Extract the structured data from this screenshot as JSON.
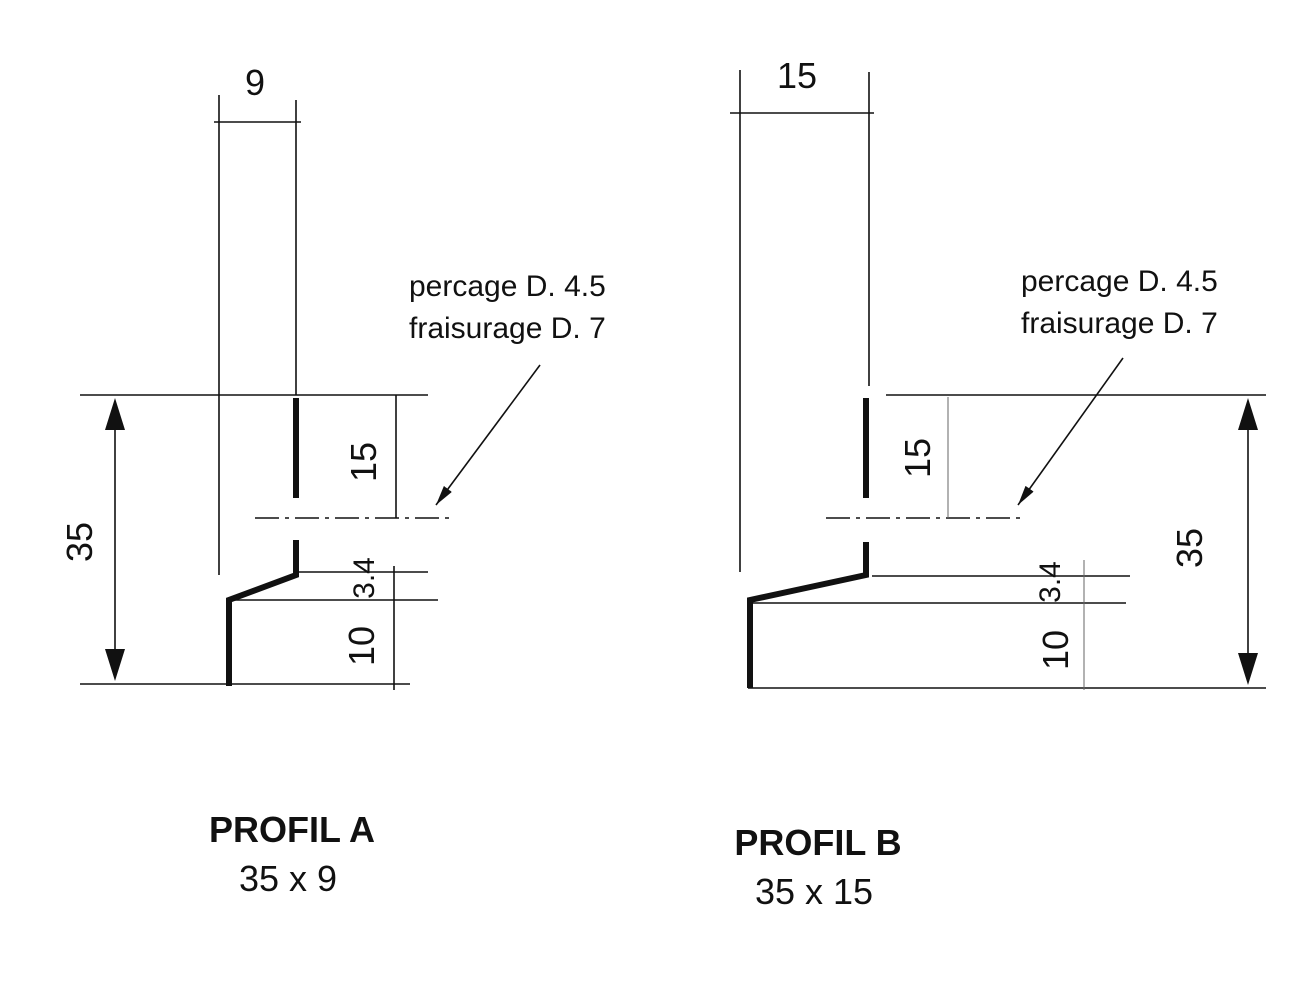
{
  "profil_a": {
    "title": "PROFIL A",
    "size": "35 x 9",
    "dim_width": "9",
    "dim_height": "35",
    "dim_hole": "15",
    "dim_step": "3.4",
    "dim_base": "10",
    "note_line1": "percage D. 4.5",
    "note_line2": "fraisurage D. 7"
  },
  "profil_b": {
    "title": "PROFIL B",
    "size": "35 x 15",
    "dim_width": "15",
    "dim_height": "35",
    "dim_hole": "15",
    "dim_step": "3.4",
    "dim_base": "10",
    "note_line1": "percage D. 4.5",
    "note_line2": "fraisurage D. 7"
  }
}
